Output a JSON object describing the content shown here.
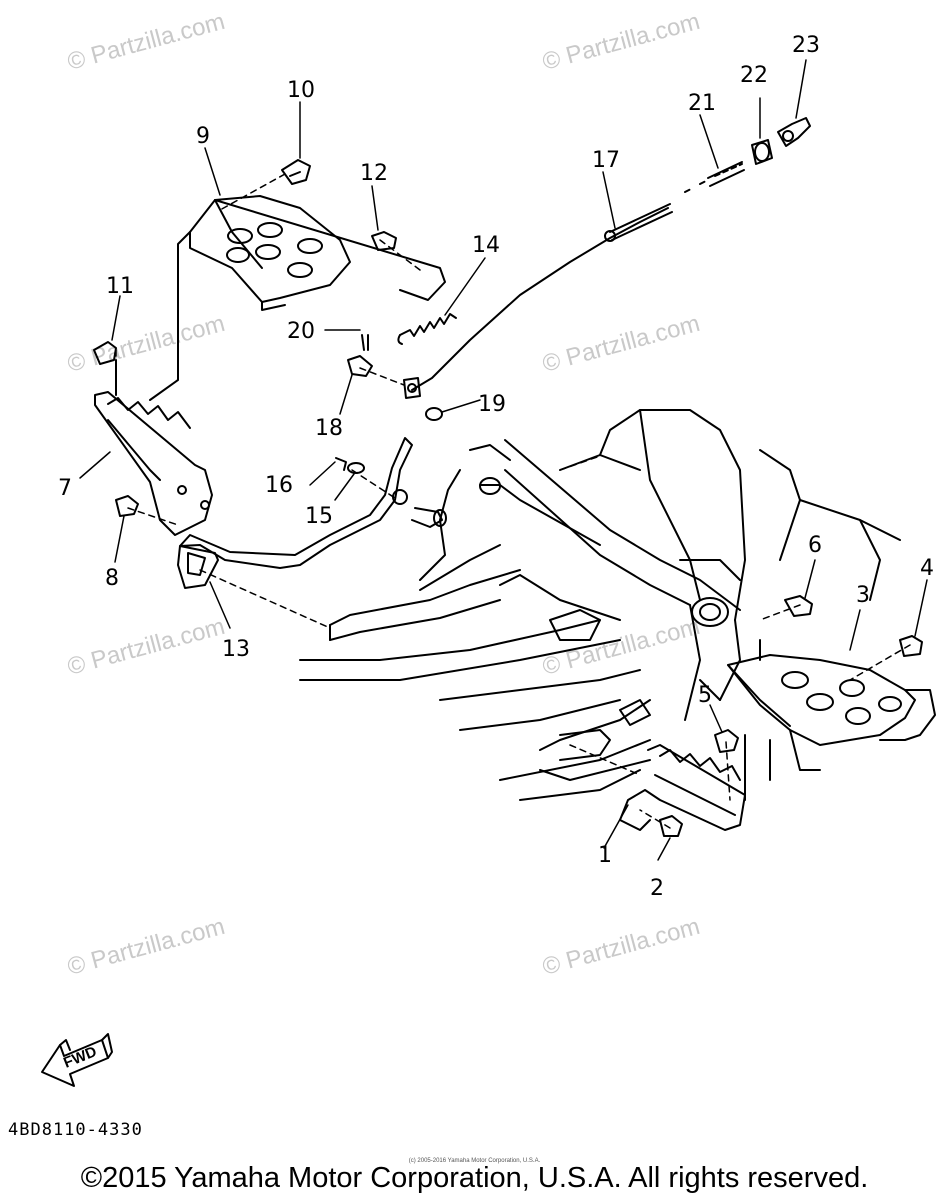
{
  "diagram": {
    "callouts": [
      "1",
      "2",
      "3",
      "4",
      "5",
      "6",
      "7",
      "8",
      "9",
      "10",
      "11",
      "12",
      "13",
      "14",
      "15",
      "16",
      "17",
      "18",
      "19",
      "20",
      "21",
      "22",
      "23"
    ],
    "watermark": "© Partzilla.com",
    "fwd_label": "FWD",
    "part_code": "4BD8110-4330",
    "tiny_notice": "(c) 2005-2016 Yamaha Motor Corporation, U.S.A.",
    "copyright": "©2015 Yamaha Motor Corporation, U.S.A. All rights reserved."
  }
}
